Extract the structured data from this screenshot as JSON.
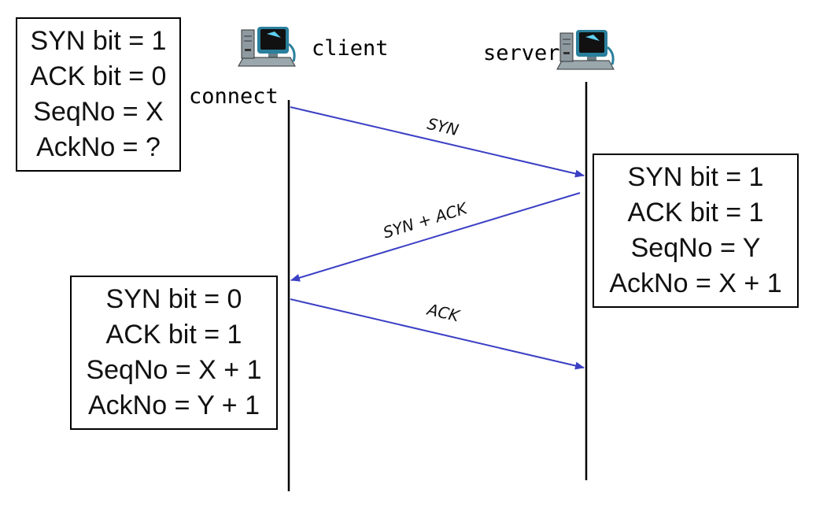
{
  "actors": {
    "client": {
      "name": "client",
      "icon": "computer-icon"
    },
    "server": {
      "name": "server",
      "icon": "computer-icon"
    }
  },
  "event_label": "connect",
  "messages": [
    {
      "label": "SYN",
      "from": "client",
      "to": "server"
    },
    {
      "label": "SYN + ACK",
      "from": "server",
      "to": "client"
    },
    {
      "label": "ACK",
      "from": "client",
      "to": "server"
    }
  ],
  "boxes": {
    "syn": [
      "SYN bit = 1",
      "ACK bit = 0",
      "SeqNo = X",
      "AckNo = ?"
    ],
    "synack": [
      "SYN bit = 1",
      "ACK bit = 1",
      "SeqNo = Y",
      "AckNo = X + 1"
    ],
    "ack": [
      "SYN bit = 0",
      "ACK bit = 1",
      "SeqNo = X + 1",
      "AckNo = Y + 1"
    ]
  },
  "colors": {
    "arrow": "#3b3fc4",
    "lifeline": "#000000",
    "screen": "#1a1a1a",
    "screen_frame": "#3ea8c8"
  }
}
